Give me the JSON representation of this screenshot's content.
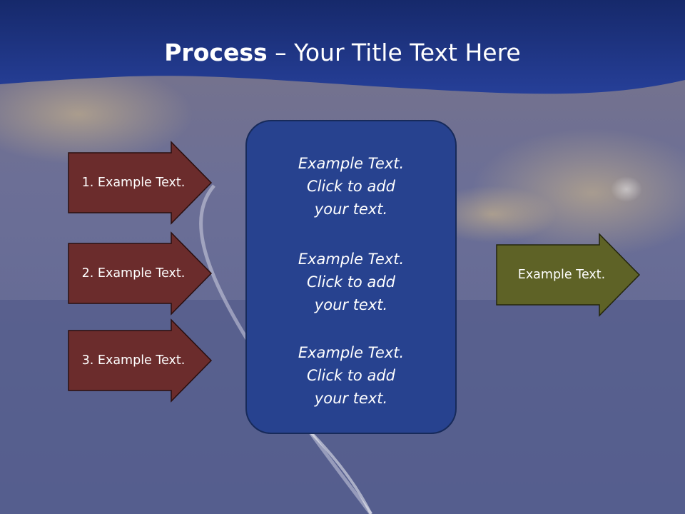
{
  "title": {
    "strong": "Process",
    "rest": " – Your Title Text Here"
  },
  "colors": {
    "header_band": "#1f3a8f",
    "photo_overlay": "#5f6a98",
    "step_arrow": "#6b2c2c",
    "step_arrow_border": "#2a0f0f",
    "center_box": "#27428f",
    "output_arrow": "#5e6226",
    "text": "#ffffff"
  },
  "steps": [
    {
      "label": "1. Example Text."
    },
    {
      "label": "2. Example Text."
    },
    {
      "label": "3. Example Text."
    }
  ],
  "center_box": {
    "blocks": [
      {
        "line1": "Example Text.",
        "line2": "Click  to add",
        "line3": "your text."
      },
      {
        "line1": "Example Text.",
        "line2": "Click  to add",
        "line3": "your text."
      },
      {
        "line1": "Example Text.",
        "line2": "Click  to add",
        "line3": "your text."
      }
    ]
  },
  "output": {
    "label": "Example Text."
  }
}
